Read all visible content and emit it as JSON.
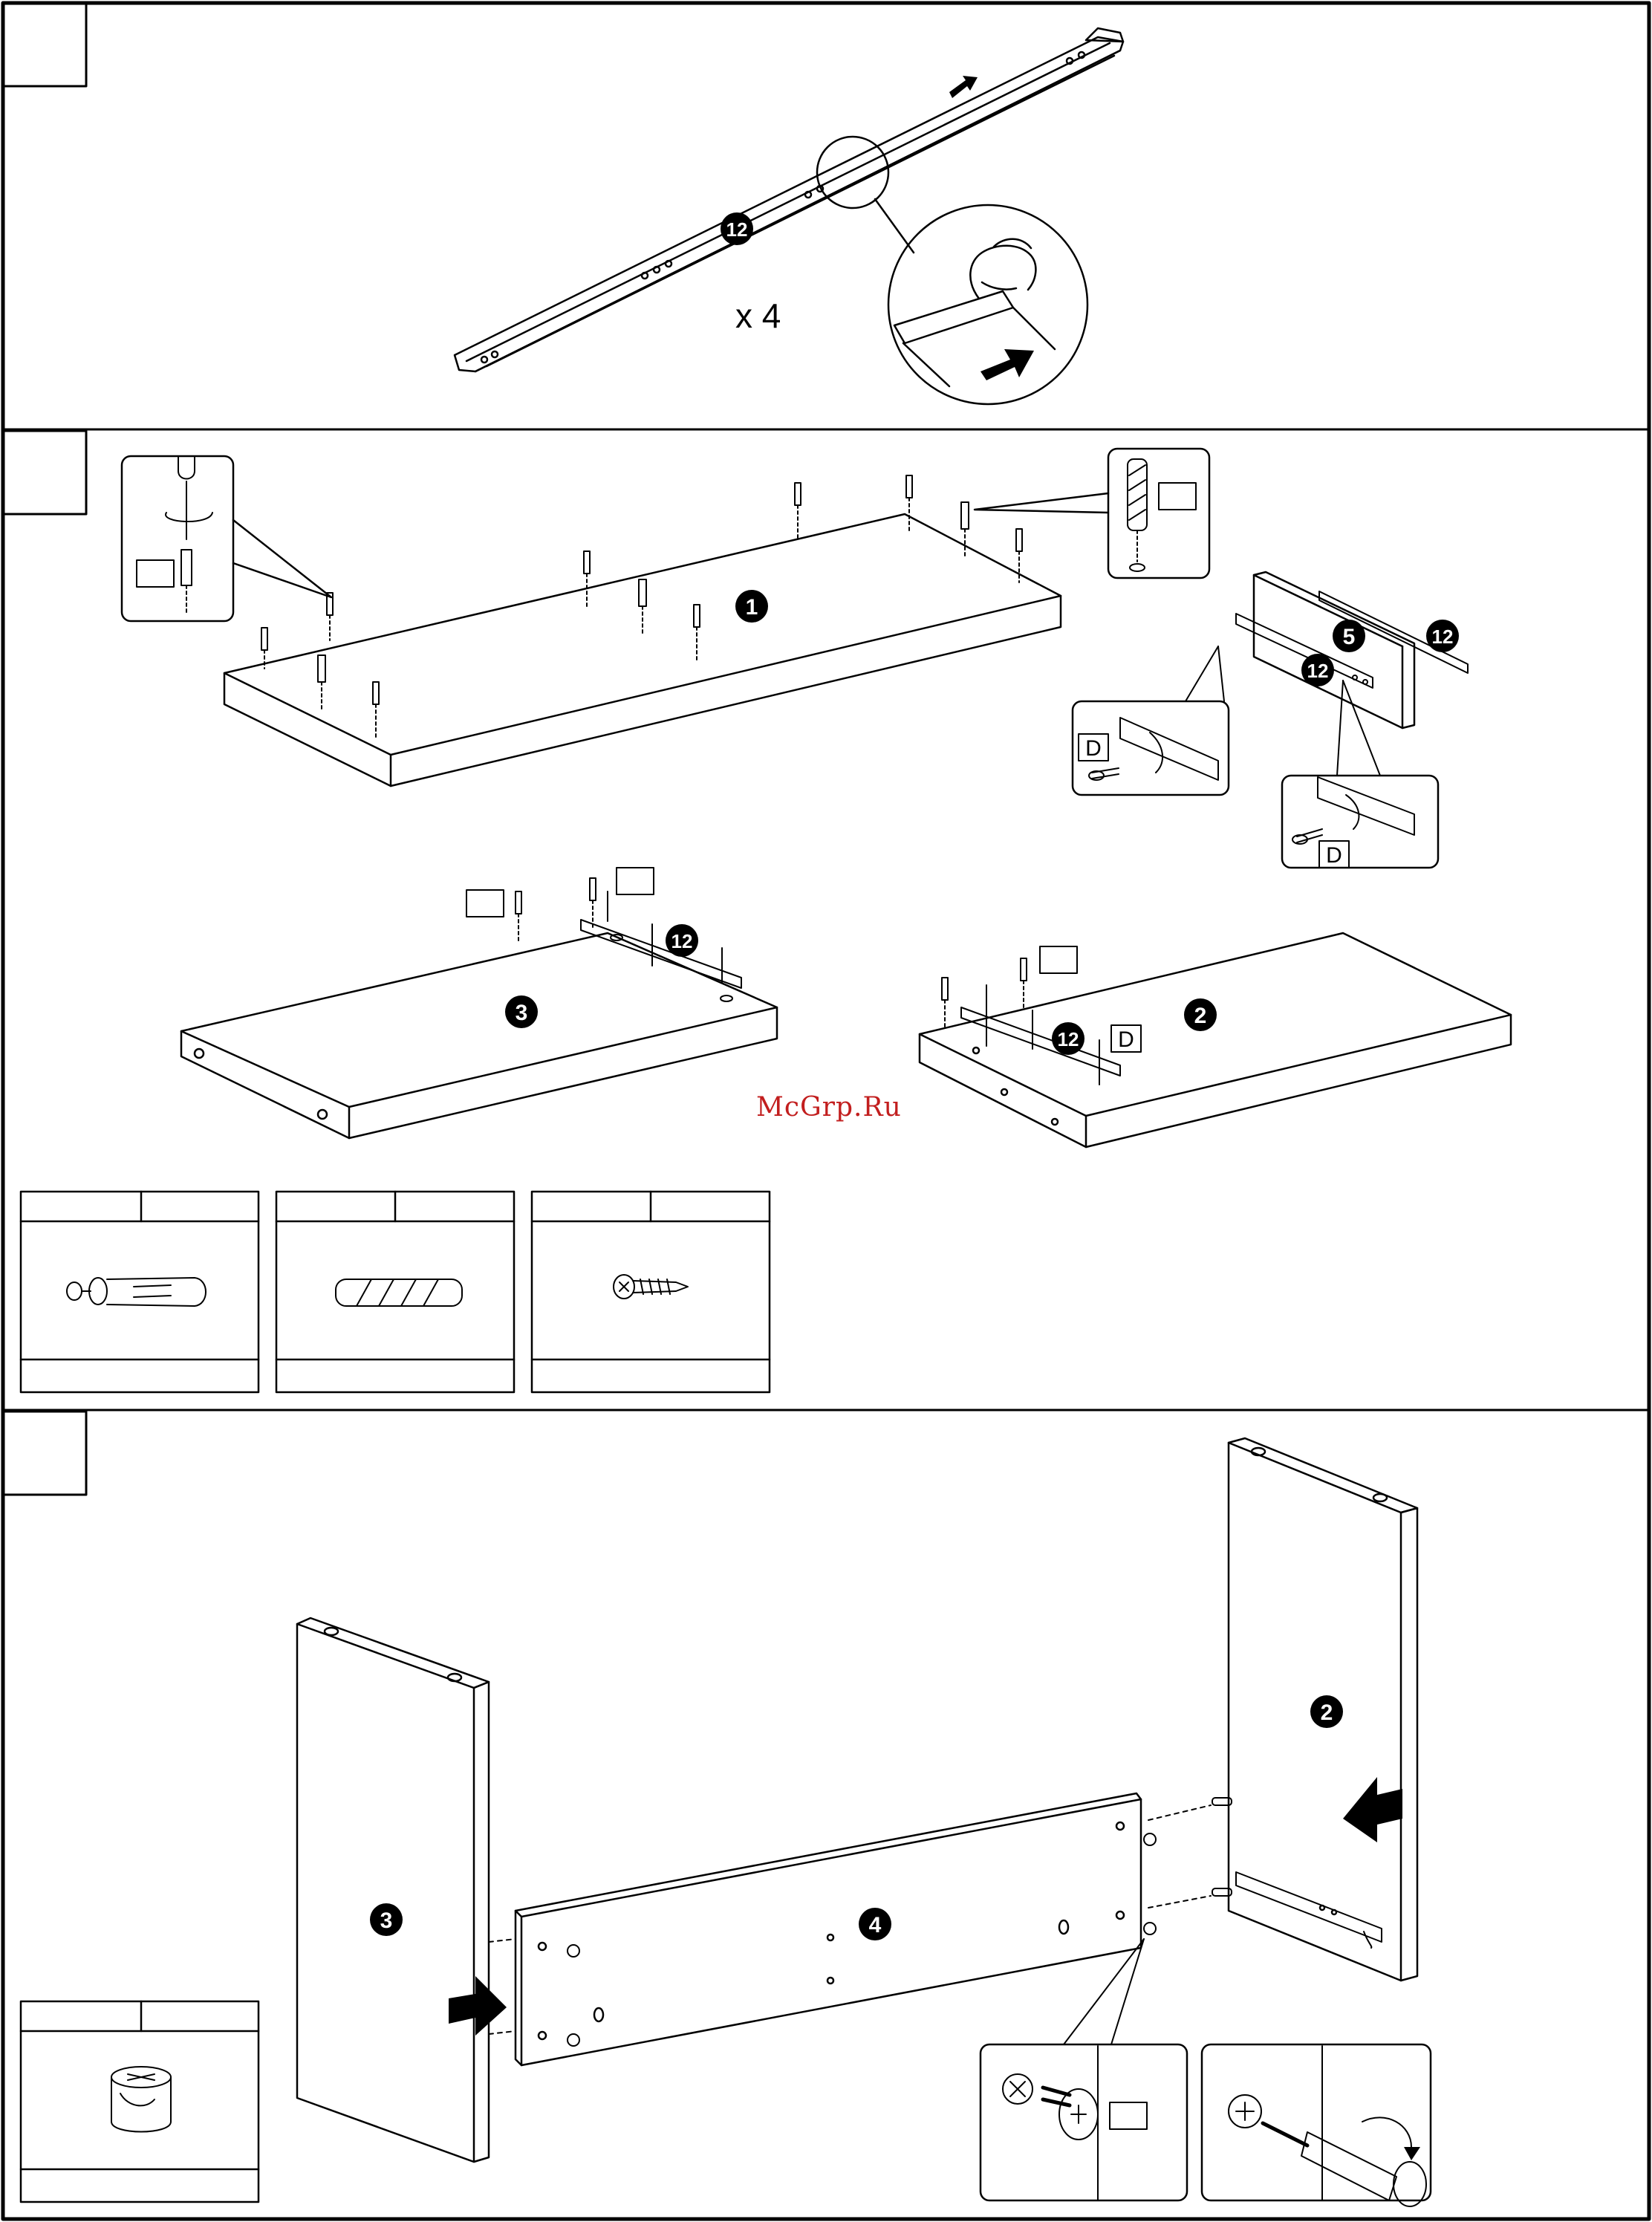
{
  "quantity_label": "x 4",
  "watermark": "McGrp.Ru",
  "labels": {
    "d": "D"
  },
  "numbers": {
    "one": "1",
    "two": "2",
    "three": "3",
    "four": "4",
    "five": "5",
    "twelve": "12"
  },
  "colors": {
    "line": "#000000",
    "watermark": "#c21e1e",
    "paper": "#ffffff"
  }
}
